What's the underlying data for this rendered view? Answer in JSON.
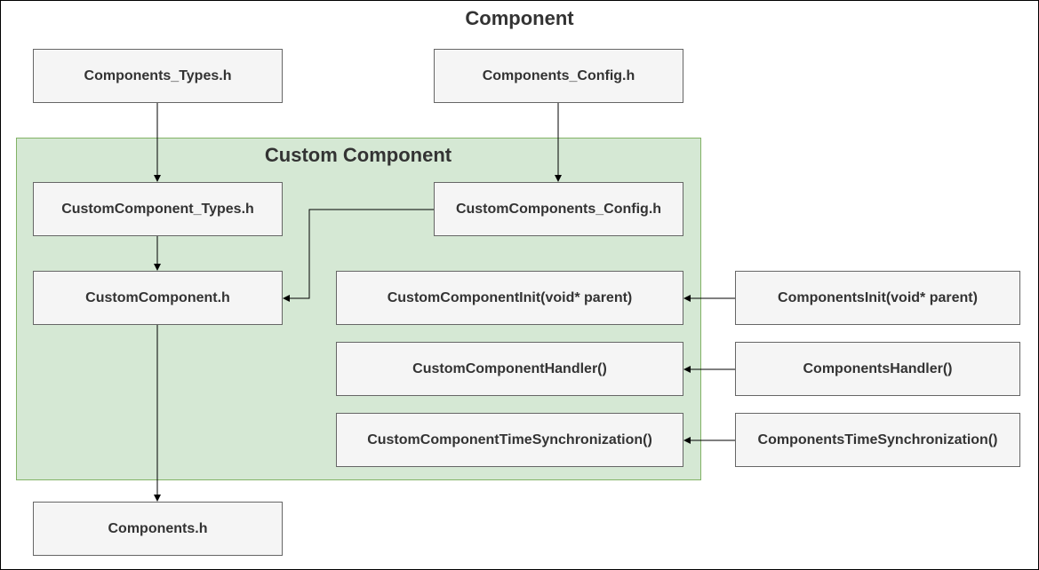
{
  "title": "Component",
  "group": {
    "title": "Custom Component",
    "fill": "#d5e8d4",
    "stroke": "#82b366"
  },
  "nodes": {
    "components_types_h": "Components_Types.h",
    "components_config_h": "Components_Config.h",
    "customcomponent_types_h": "CustomComponent_Types.h",
    "customcomponents_config_h": "CustomComponents_Config.h",
    "customcomponent_h": "CustomComponent.h",
    "customcomponentinit": "CustomComponentInit(void* parent)",
    "customcomponenthandler": "CustomComponentHandler()",
    "customcomponenttimesync": "CustomComponentTimeSynchronization()",
    "components_h": "Components.h",
    "componentsinit": "ComponentsInit(void* parent)",
    "componentshandler": "ComponentsHandler()",
    "componentstimesync": "ComponentsTimeSynchronization()"
  },
  "node_colors": {
    "fill": "#f5f5f5",
    "stroke": "#666666",
    "text": "#333333"
  }
}
